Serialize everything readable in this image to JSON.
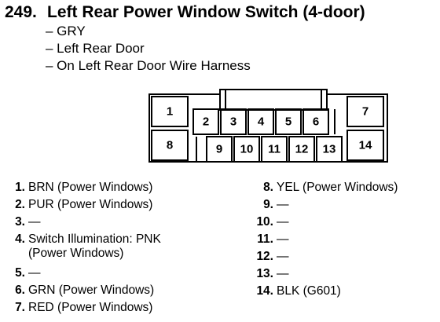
{
  "title": {
    "number": "249.",
    "text": "Left Rear Power Window Switch (4-door)"
  },
  "details": [
    "– GRY",
    "– Left Rear Door",
    "– On Left Rear Door Wire Harness"
  ],
  "connector_pins": [
    "1",
    "2",
    "3",
    "4",
    "5",
    "6",
    "7",
    "8",
    "9",
    "10",
    "11",
    "12",
    "13",
    "14"
  ],
  "pinout_left": [
    {
      "pin": "1.",
      "desc": "BRN (Power Windows)"
    },
    {
      "pin": "2.",
      "desc": "PUR (Power Windows)"
    },
    {
      "pin": "3.",
      "desc": "—"
    },
    {
      "pin": "4.",
      "desc": "Switch Illumination: PNK",
      "desc2": "(Power Windows)"
    },
    {
      "pin": "5.",
      "desc": "—"
    },
    {
      "pin": "6.",
      "desc": "GRN (Power Windows)"
    },
    {
      "pin": "7.",
      "desc": "RED (Power Windows)"
    }
  ],
  "pinout_right": [
    {
      "pin": "8.",
      "desc": "YEL (Power Windows)"
    },
    {
      "pin": "9.",
      "desc": "—"
    },
    {
      "pin": "10.",
      "desc": "—"
    },
    {
      "pin": "11.",
      "desc": "—"
    },
    {
      "pin": "12.",
      "desc": "—"
    },
    {
      "pin": "13.",
      "desc": "—"
    },
    {
      "pin": "14.",
      "desc": "BLK (G601)"
    }
  ]
}
